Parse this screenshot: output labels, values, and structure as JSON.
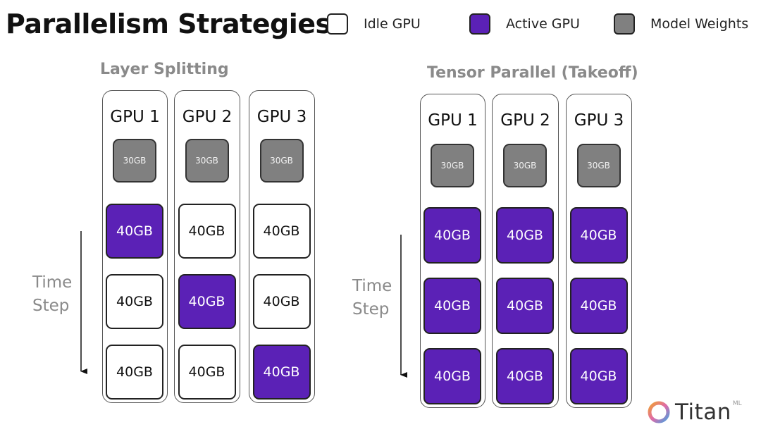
{
  "title": "Parallelism Strategies",
  "legend": [
    {
      "label": "Idle GPU",
      "color": "#ffffff"
    },
    {
      "label": "Active GPU",
      "color": "#5b21b6"
    },
    {
      "label": "Model Weights",
      "color": "#808080"
    }
  ],
  "sections": [
    {
      "title": "Layer Splitting",
      "time_axis": [
        "Time",
        "Step"
      ],
      "gpus": [
        {
          "name": "GPU 1",
          "weights": "30GB",
          "steps": [
            {
              "label": "40GB",
              "state": "active"
            },
            {
              "label": "40GB",
              "state": "idle"
            },
            {
              "label": "40GB",
              "state": "idle"
            }
          ]
        },
        {
          "name": "GPU 2",
          "weights": "30GB",
          "steps": [
            {
              "label": "40GB",
              "state": "idle"
            },
            {
              "label": "40GB",
              "state": "active"
            },
            {
              "label": "40GB",
              "state": "idle"
            }
          ]
        },
        {
          "name": "GPU 3",
          "weights": "30GB",
          "steps": [
            {
              "label": "40GB",
              "state": "idle"
            },
            {
              "label": "40GB",
              "state": "idle"
            },
            {
              "label": "40GB",
              "state": "active"
            }
          ]
        }
      ]
    },
    {
      "title": "Tensor Parallel (Takeoff)",
      "time_axis": [
        "Time",
        "Step"
      ],
      "gpus": [
        {
          "name": "GPU 1",
          "weights": "30GB",
          "steps": [
            {
              "label": "40GB",
              "state": "active"
            },
            {
              "label": "40GB",
              "state": "active"
            },
            {
              "label": "40GB",
              "state": "active"
            }
          ]
        },
        {
          "name": "GPU 2",
          "weights": "30GB",
          "steps": [
            {
              "label": "40GB",
              "state": "active"
            },
            {
              "label": "40GB",
              "state": "active"
            },
            {
              "label": "40GB",
              "state": "active"
            }
          ]
        },
        {
          "name": "GPU 3",
          "weights": "30GB",
          "steps": [
            {
              "label": "40GB",
              "state": "active"
            },
            {
              "label": "40GB",
              "state": "active"
            },
            {
              "label": "40GB",
              "state": "active"
            }
          ]
        }
      ]
    }
  ],
  "logo": {
    "name": "Titan",
    "suffix": "ML"
  }
}
